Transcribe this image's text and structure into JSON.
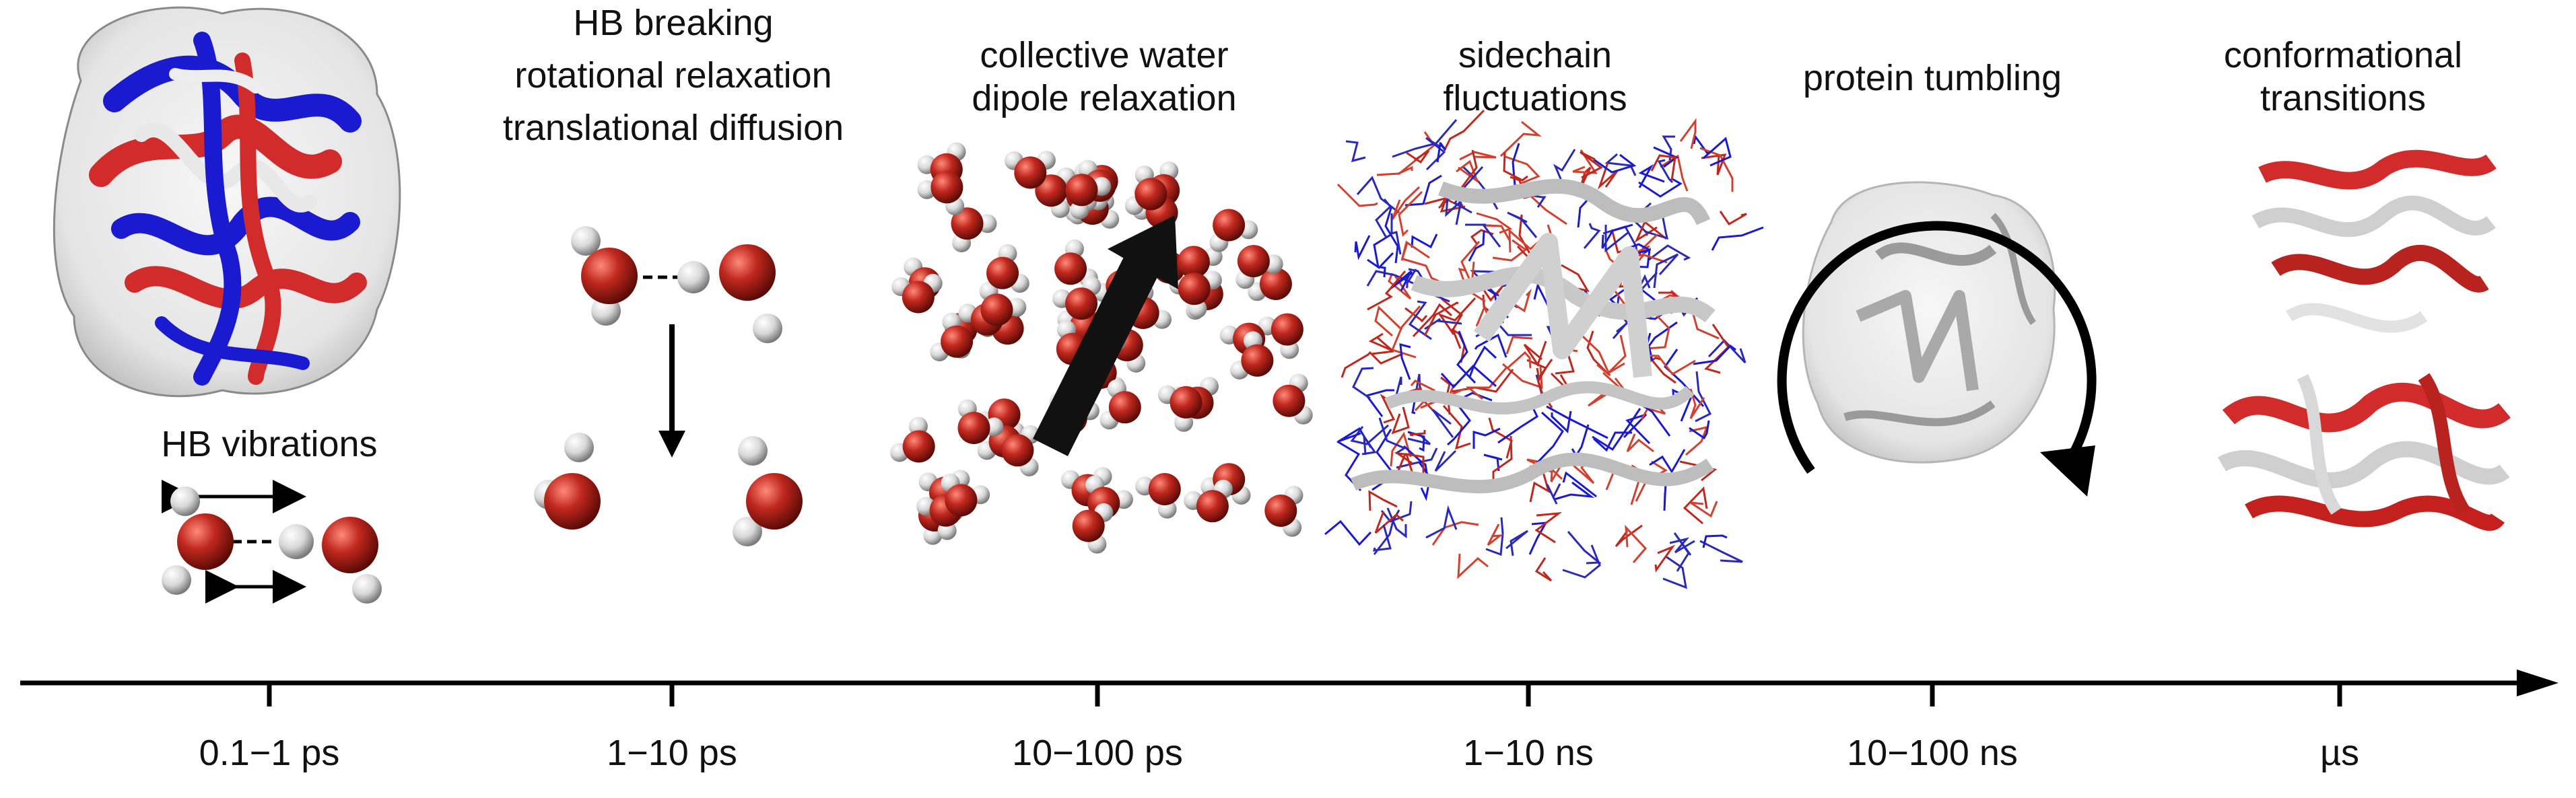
{
  "labels": {
    "hb_vibrations": "HB vibrations",
    "hb_breaking": [
      "HB breaking",
      "rotational relaxation",
      "translational diffusion"
    ],
    "collective_water": [
      "collective water",
      "dipole relaxation"
    ],
    "sidechain": [
      "sidechain",
      "fluctuations"
    ],
    "protein_tumbling": "protein tumbling",
    "conformational": [
      "conformational",
      "transitions"
    ]
  },
  "timescale_axis": {
    "ticks": [
      "0.1−1 ps",
      "1−10 ps",
      "10−100 ps",
      "1−10 ns",
      "10−100 ns",
      "µs"
    ]
  },
  "colors": {
    "oxygen": "#c0281e",
    "hydrogen": "#e6e6e6",
    "ribbon_red": "#d22b2b",
    "ribbon_blue": "#1a1ad0",
    "ribbon_gray": "#c8c8c8",
    "axis": "#000000"
  }
}
